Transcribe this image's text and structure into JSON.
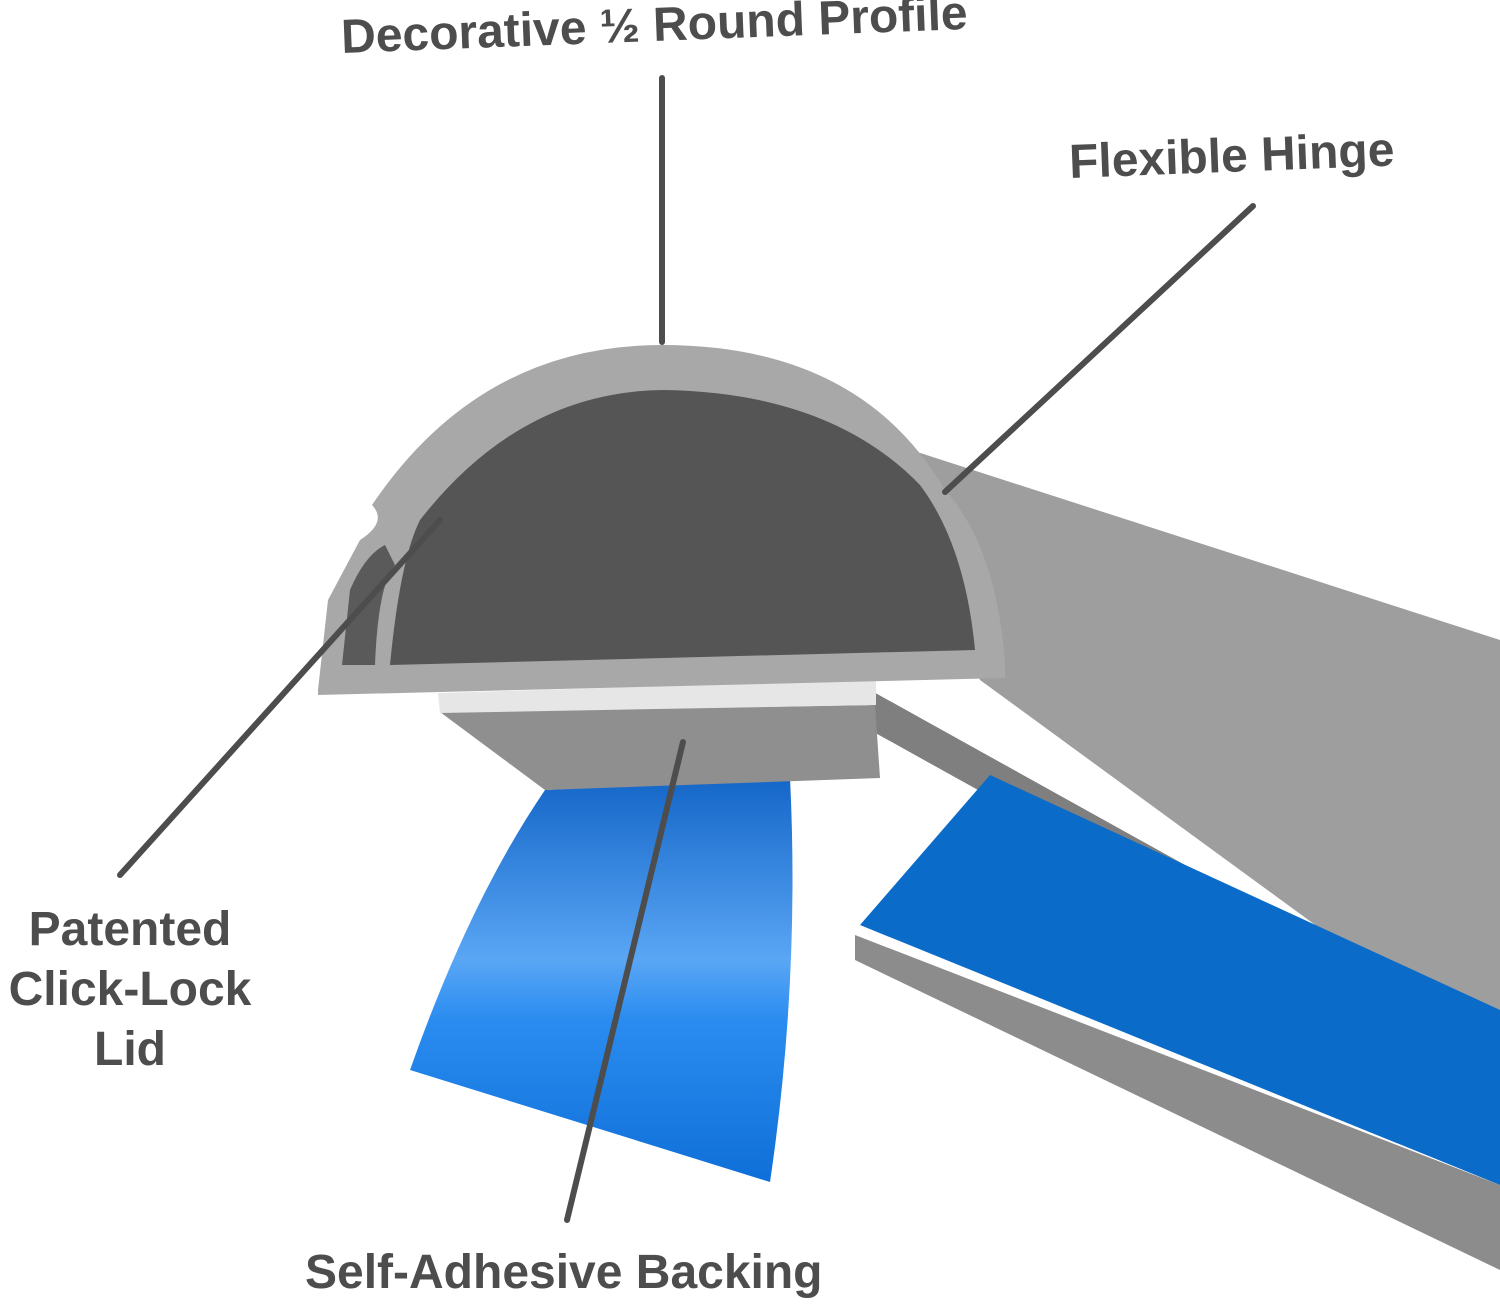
{
  "labels": {
    "profile": "Decorative ½ Round Profile",
    "hinge": "Flexible Hinge",
    "lock_line1": "Patented",
    "lock_line2": "Click-Lock",
    "lock_line3": "Lid",
    "backing": "Self-Adhesive Backing"
  },
  "colors": {
    "text": "#4d4d4d",
    "channel": "#a6a6a6",
    "interior": "#555555",
    "tape": "#1a7fe0"
  }
}
